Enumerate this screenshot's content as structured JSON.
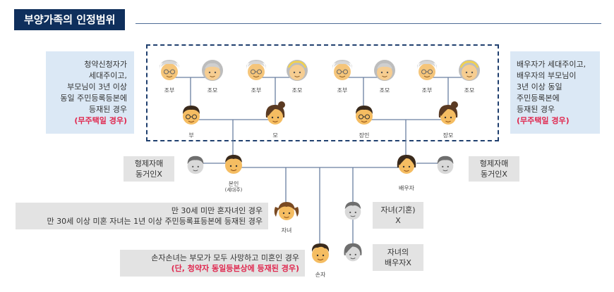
{
  "header": {
    "title": "부양가족의 인정범위"
  },
  "callouts": {
    "left_top": {
      "lines": [
        "청약신청자가",
        "세대주이고,",
        "부모님이 3년 이상",
        "동일 주민등록등본에",
        "등재된 경우"
      ],
      "note": "(무주택일 경우)"
    },
    "right_top": {
      "lines": [
        "배우자가 세대주이고,",
        "배우자의 부모님이",
        "3년 이상 동일",
        "주민등록본에",
        "등재된 경우"
      ],
      "note": "(무주택일 경우)"
    }
  },
  "gray_boxes": {
    "sibling_left": {
      "lines": [
        "형제자매",
        "동거인X"
      ]
    },
    "sibling_right": {
      "lines": [
        "형제자매",
        "동거인X"
      ]
    },
    "child_rule": {
      "lines": [
        "만 30세 미만 혼자녀인 경우",
        "만 30세 이상 미혼 자녀는 1년 이상 주민등록표등본에 등재된 경우"
      ]
    },
    "married_child": {
      "lines": [
        "자녀(기혼)",
        "X"
      ]
    },
    "child_spouse": {
      "lines": [
        "자녀의",
        "배우자X"
      ]
    },
    "grandchild_rule": {
      "line": "손자손녀는 부모가 모두 사망하고 미혼인 경우",
      "note": "(단, 청약자 동일등본상에 등재된 경우)"
    }
  },
  "people": {
    "grandpa1": "조부",
    "grandma1": "조모",
    "grandpa2": "조부",
    "grandma2": "조모",
    "grandpa3": "조부",
    "grandma3": "조모",
    "grandpa4": "조부",
    "grandma4": "조모",
    "father": "부",
    "mother": "모",
    "father_in_law": "장인",
    "mother_in_law": "장모",
    "self": "본인",
    "self_note": "(세대주)",
    "spouse": "배우자",
    "daughter": "자녀",
    "grandson": "손자"
  },
  "colors": {
    "navy": "#0f2f5c",
    "callout_bg": "#dbe8f5",
    "gray_box": "#e3e3e3",
    "red": "#e0284f",
    "line": "#6a7fa0"
  }
}
